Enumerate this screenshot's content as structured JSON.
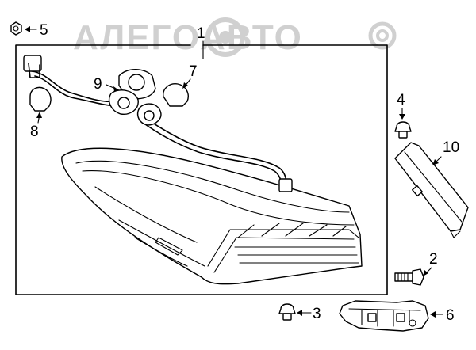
{
  "watermark": "АЛЕГОАВТО",
  "callouts": {
    "c1": "1",
    "c2": "2",
    "c3": "3",
    "c4": "4",
    "c5": "5",
    "c6": "6",
    "c7": "7",
    "c8": "8",
    "c9": "9",
    "c10": "10"
  }
}
